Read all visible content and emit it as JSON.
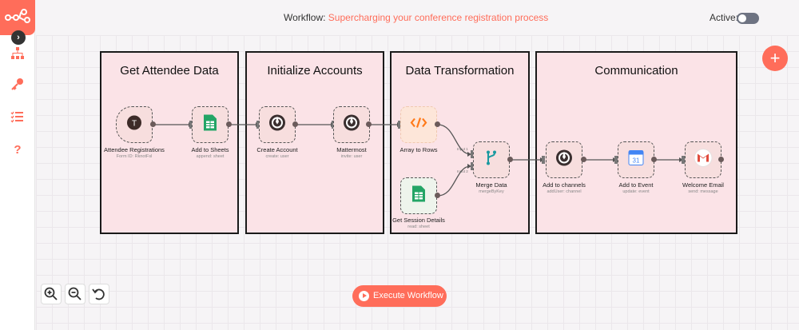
{
  "header": {
    "workflow_prefix": "Workflow:",
    "workflow_name": "Supercharging your conference registration process",
    "active_label": "Active:",
    "active": false
  },
  "groups": [
    {
      "title": "Get Attendee Data"
    },
    {
      "title": "Initialize Accounts"
    },
    {
      "title": "Data Transformation"
    },
    {
      "title": "Communication"
    }
  ],
  "nodes": [
    {
      "label": "Attendee Registrations",
      "sub": "Form ID: RknotFsl",
      "icon": "typeform-icon"
    },
    {
      "label": "Add to Sheets",
      "sub": "append: sheet",
      "icon": "google-sheets-icon"
    },
    {
      "label": "Create Account",
      "sub": "create: user",
      "icon": "mattermost-icon"
    },
    {
      "label": "Mattermost",
      "sub": "invite: user",
      "icon": "mattermost-icon"
    },
    {
      "label": "Array to Rows",
      "sub": "",
      "icon": "code-icon"
    },
    {
      "label": "Get Session Details",
      "sub": "read: sheet",
      "icon": "google-sheets-icon"
    },
    {
      "label": "Merge Data",
      "sub": "mergeByKey",
      "icon": "merge-icon"
    },
    {
      "label": "Add to channels",
      "sub": "addUser: channel",
      "icon": "mattermost-icon"
    },
    {
      "label": "Add to Event",
      "sub": "update: event",
      "icon": "google-calendar-icon"
    },
    {
      "label": "Welcome Email",
      "sub": "send: message",
      "icon": "gmail-icon"
    }
  ],
  "merge_inputs": [
    "Input 1",
    "Input 2"
  ],
  "calendar_day": "31",
  "typeform_letter": "T",
  "execute_label": "Execute Workflow",
  "colors": {
    "accent": "#ff6d5a",
    "group_bg": "#fbe3e7",
    "node_bg": "#f7dede"
  }
}
